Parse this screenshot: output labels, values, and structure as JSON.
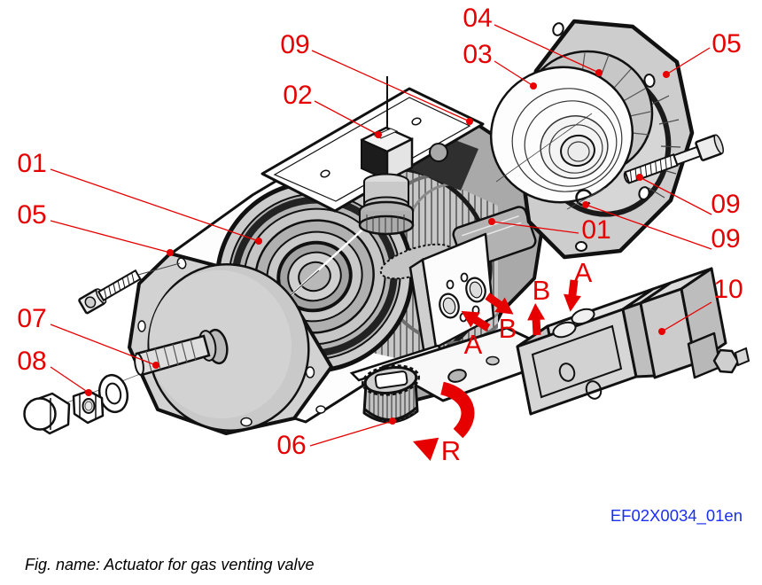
{
  "figure": {
    "caption": "Fig. name: Actuator for gas venting valve",
    "drawing_code": "EF02X0034_01en"
  },
  "callouts": {
    "c01_left": "01",
    "c01_right": "01",
    "c02": "02",
    "c03": "03",
    "c04": "04",
    "c05_left": "05",
    "c05_right": "05",
    "c06": "06",
    "c07": "07",
    "c08": "08",
    "c09_top": "09",
    "c09_right_upper": "09",
    "c09_right_lower": "09",
    "c10": "10"
  },
  "markers": {
    "port_a_plate": "A",
    "port_b_plate": "B",
    "port_b_valve": "B",
    "port_a_valve": "A",
    "rotation": "R"
  },
  "colors": {
    "callout_red": "#e60000",
    "drawing_code_blue": "#1a2ff0",
    "line_black": "#111111"
  }
}
